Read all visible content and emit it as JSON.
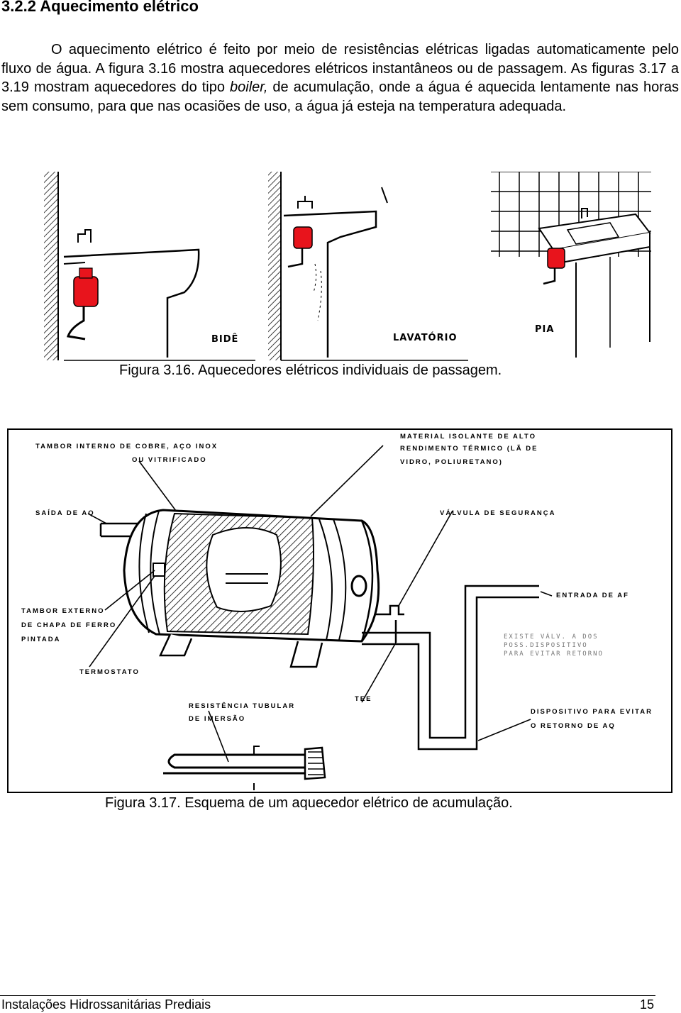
{
  "section": {
    "heading": "3.2.2 Aquecimento elétrico"
  },
  "paragraph": {
    "part1": "O aquecimento elétrico é feito por meio de resistências elétricas ligadas automaticamente pelo fluxo de água. A figura 3.16 mostra aquecedores elétricos instantâneos ou de passagem. As figuras 3.17 a 3.19 mostram aquecedores do tipo ",
    "italic": "boiler,",
    "part2": " de acumulação, onde a água é aquecida lentamente nas horas sem consumo, para que nas ocasiões de uso, a água já esteja na temperatura adequada."
  },
  "figure1": {
    "caption": "Figura 3.16. Aquecedores elétricos individuais de passagem.",
    "labels": {
      "bide": "BIDÊ",
      "lavatorio": "LAVATÓRIO",
      "pia": "PIA"
    }
  },
  "figure2": {
    "caption": "Figura 3.17. Esquema de um aquecedor elétrico de acumulação.",
    "labels": {
      "tambor_interno_1": "TAMBOR INTERNO DE COBRE, AÇO INOX",
      "tambor_interno_2": "OU VITRIFICADO",
      "material_1": "MATERIAL ISOLANTE DE ALTO",
      "material_2": "RENDIMENTO TÉRMICO (LÃ DE",
      "material_3": "VIDRO, POLIURETANO)",
      "saida": "SAÍDA DE AQ",
      "valvula": "VÁLVULA DE SEGURANÇA",
      "entrada": "ENTRADA DE AF",
      "tambor_externo_1": "TAMBOR EXTERNO",
      "tambor_externo_2": "DE CHAPA DE FERRO",
      "tambor_externo_3": "PINTADA",
      "termostato": "TERMOSTATO",
      "resistencia_1": "RESISTÊNCIA TUBULAR",
      "resistencia_2": "DE IMERSÃO",
      "tee": "TEE",
      "dispositivo_1": "DISPOSITIVO PARA EVITAR",
      "dispositivo_2": "O RETORNO DE AQ"
    }
  },
  "footer": {
    "title": "Instalações Hidrossanitárias Prediais",
    "page": "15"
  }
}
